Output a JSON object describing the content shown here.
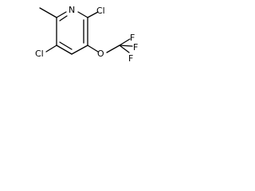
{
  "molecule": {
    "atoms": {
      "n1": "N",
      "cl_upper": "Cl",
      "cl_lower": "Cl",
      "o": "O",
      "f_top": "F",
      "f_right": "F",
      "f_bottom": "F"
    }
  },
  "colors": {
    "bond": "#000000",
    "label": "#000000",
    "background": "#ffffff"
  }
}
